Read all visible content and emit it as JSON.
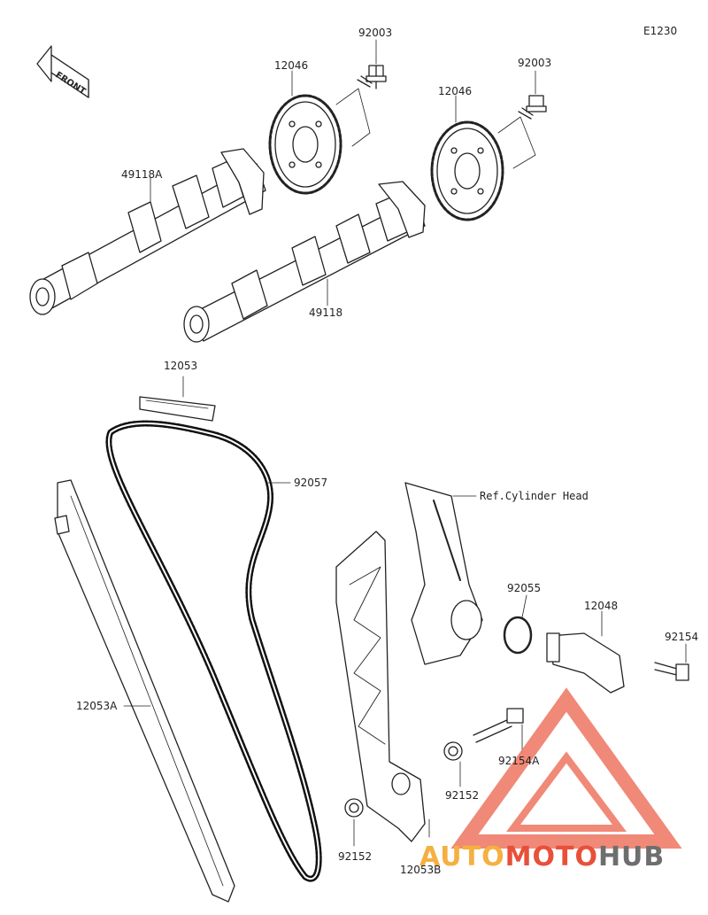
{
  "diagram_code": "E1230",
  "front_label": "FRONT",
  "parts": {
    "bolt_left": "92003",
    "bolt_right": "92003",
    "sprocket_left": "12046",
    "sprocket_right": "12046",
    "camshaft_a": "49118A",
    "camshaft": "49118",
    "guide_top": "12053",
    "chain": "92057",
    "guide_a": "12053A",
    "ref_cylinder_head": "Ref.Cylinder Head",
    "oring": "92055",
    "tensioner": "12048",
    "bolt_tensioner": "92154",
    "bolt_pivot": "92154A",
    "collar_right": "92152",
    "collar_left": "92152",
    "guide_b": "12053B"
  },
  "watermark": {
    "part1": "AUTO",
    "part2": "MOTO",
    "part3": "HUB",
    "colors": {
      "auto": "#f5b041",
      "moto": "#e8503a",
      "hub": "#6e6e6e",
      "triangle": "#ef7d6a"
    }
  }
}
